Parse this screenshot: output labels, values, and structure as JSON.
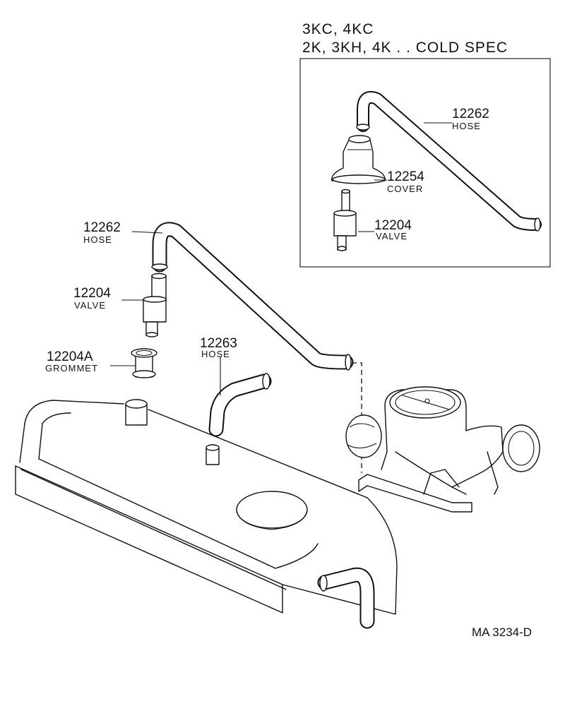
{
  "inset": {
    "heading_line1": "3KC, 4KC",
    "heading_line2": "2K, 3KH, 4K . . COLD SPEC",
    "parts": [
      {
        "number": "12262",
        "name": "HOSE"
      },
      {
        "number": "12254",
        "name": "COVER"
      },
      {
        "number": "12204",
        "name": "VALVE"
      }
    ]
  },
  "main": {
    "parts": [
      {
        "number": "12262",
        "name": "HOSE"
      },
      {
        "number": "12204",
        "name": "VALVE"
      },
      {
        "number": "12204A",
        "name": "GROMMET"
      },
      {
        "number": "12263",
        "name": "HOSE"
      }
    ]
  },
  "figure_code": "MA  3234-D"
}
